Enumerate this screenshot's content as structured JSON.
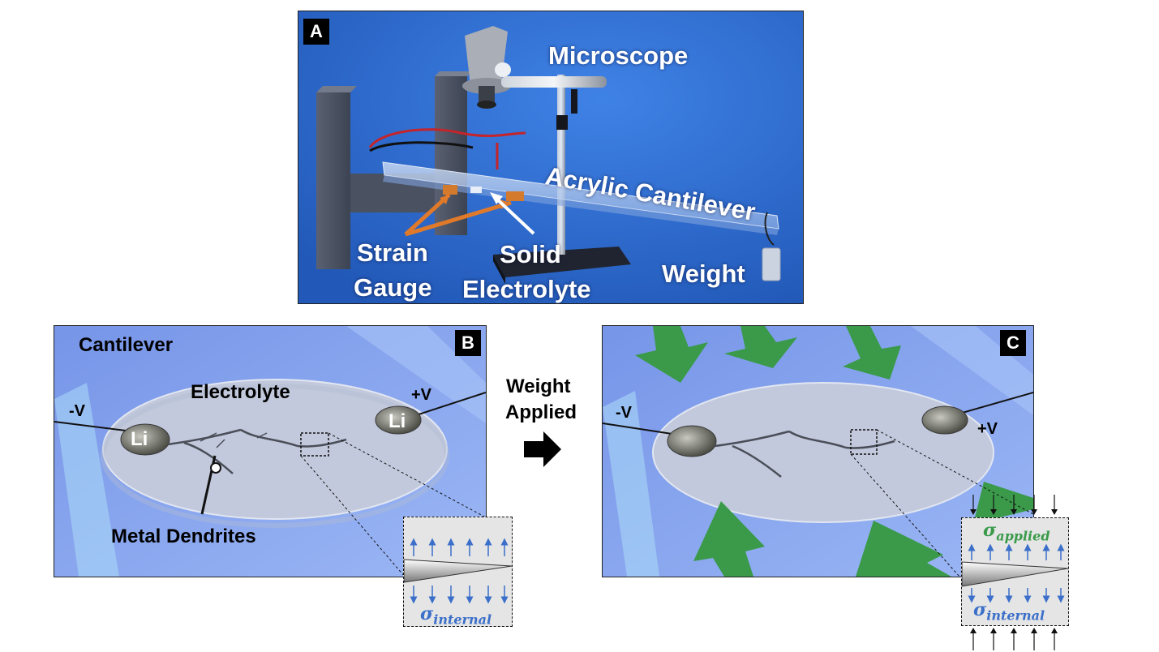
{
  "panel_a": {
    "tag": "A",
    "microscope": "Microscope",
    "cantilever": "Acrylic Cantilever",
    "strain_gauge_1": "Strain",
    "strain_gauge_2": "Gauge",
    "solid_1": "Solid",
    "solid_2": "Electrolyte",
    "weight": "Weight"
  },
  "panel_b": {
    "tag": "B",
    "cantilever": "Cantilever",
    "electrolyte": "Electrolyte",
    "neg_v": "-V",
    "pos_v": "+V",
    "li_left": "Li",
    "li_right": "Li",
    "dendrites": "Metal Dendrites",
    "sigma": "σ",
    "sigma_sub": "internal"
  },
  "transition": {
    "line1": "Weight",
    "line2": "Applied"
  },
  "panel_c": {
    "tag": "C",
    "neg_v": "-V",
    "pos_v": "+V",
    "sigma_applied": "σ",
    "sigma_applied_sub": "applied",
    "sigma_internal": "σ",
    "sigma_internal_sub": "internal"
  },
  "colors": {
    "panel_a_bg": "#2f6fd0",
    "panel_bc_bg": "#8aa7f0",
    "stress_arrow": "#3b6fc9",
    "applied_text": "#3a9a4a",
    "green_arrow": "#3a9a4a",
    "gauge_orange": "#e07a2a"
  }
}
